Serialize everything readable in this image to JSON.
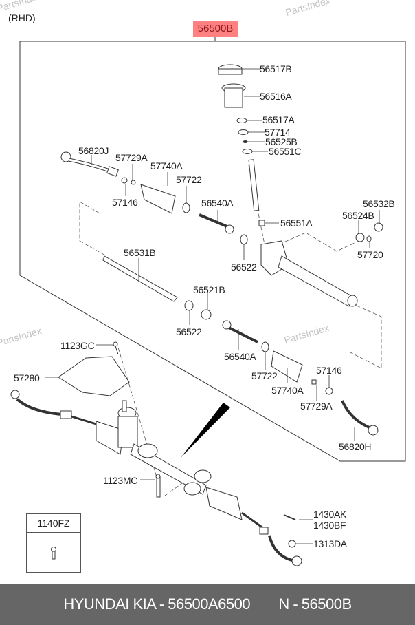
{
  "diagram": {
    "variant_label": "(RHD)",
    "assembly_part": "56500B",
    "highlight_color": "#ff8080",
    "watermark": "PartsIndex",
    "callouts": [
      {
        "id": "56517B",
        "text": "56517B"
      },
      {
        "id": "56516A",
        "text": "56516A"
      },
      {
        "id": "56517A",
        "text": "56517A"
      },
      {
        "id": "57714",
        "text": "57714"
      },
      {
        "id": "56525B",
        "text": "56525B"
      },
      {
        "id": "56551C",
        "text": "56551C"
      },
      {
        "id": "56820J",
        "text": "56820J"
      },
      {
        "id": "57729A-top",
        "text": "57729A"
      },
      {
        "id": "57740A-top",
        "text": "57740A"
      },
      {
        "id": "57722-top",
        "text": "57722"
      },
      {
        "id": "57146-top",
        "text": "57146"
      },
      {
        "id": "56540A-top",
        "text": "56540A"
      },
      {
        "id": "56551A",
        "text": "56551A"
      },
      {
        "id": "56532B",
        "text": "56532B"
      },
      {
        "id": "56524B",
        "text": "56524B"
      },
      {
        "id": "57720",
        "text": "57720"
      },
      {
        "id": "56522-top",
        "text": "56522"
      },
      {
        "id": "56531B",
        "text": "56531B"
      },
      {
        "id": "56521B",
        "text": "56521B"
      },
      {
        "id": "56522-bottom",
        "text": "56522"
      },
      {
        "id": "56540A-bottom",
        "text": "56540A"
      },
      {
        "id": "57722-bottom",
        "text": "57722"
      },
      {
        "id": "57740A-bottom",
        "text": "57740A"
      },
      {
        "id": "57146-bottom",
        "text": "57146"
      },
      {
        "id": "57729A-bottom",
        "text": "57729A"
      },
      {
        "id": "56820H",
        "text": "56820H"
      },
      {
        "id": "1123GC",
        "text": "1123GC"
      },
      {
        "id": "57280",
        "text": "57280"
      },
      {
        "id": "1123MC",
        "text": "1123MC"
      },
      {
        "id": "1430AK",
        "text": "1430AK"
      },
      {
        "id": "1430BF",
        "text": "1430BF"
      },
      {
        "id": "1313DA",
        "text": "1313DA"
      }
    ],
    "legend": {
      "part": "1140FZ",
      "icon": "bolt-icon"
    }
  },
  "footer": {
    "brand": "HYUNDAI  KIA - 56500A6500",
    "ref": "N - 56500B"
  }
}
